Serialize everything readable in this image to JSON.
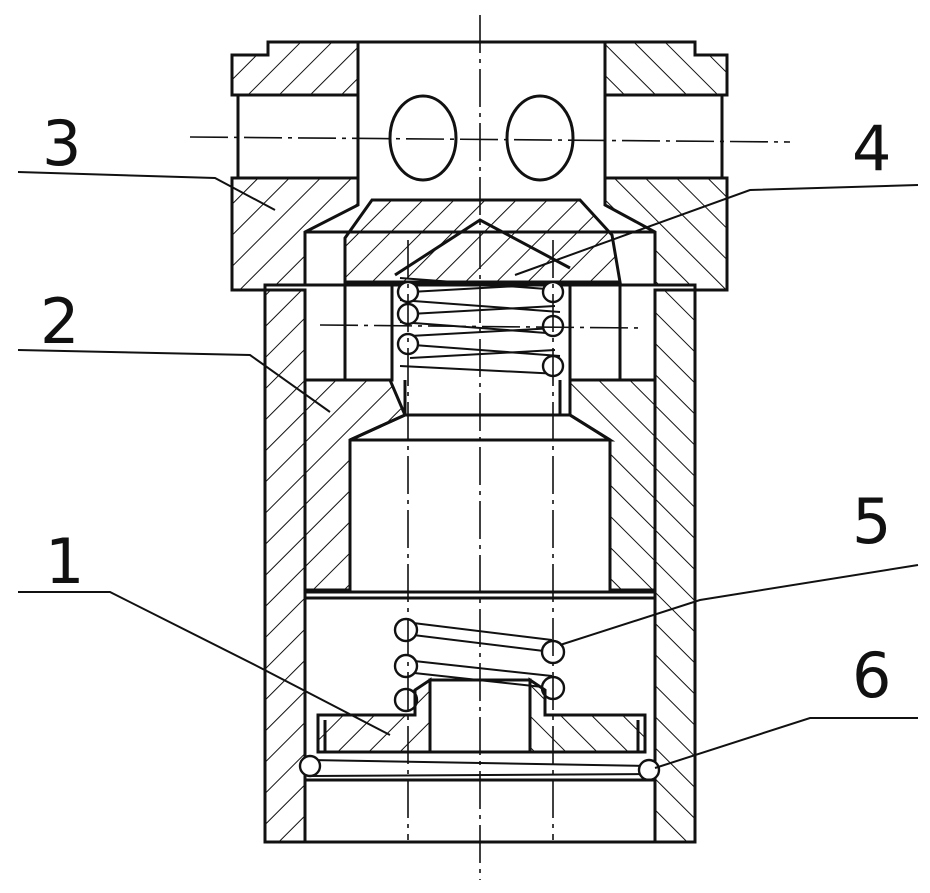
{
  "callouts": [
    {
      "id": "part-1",
      "label": "1"
    },
    {
      "id": "part-2",
      "label": "2"
    },
    {
      "id": "part-3",
      "label": "3"
    },
    {
      "id": "part-4",
      "label": "4"
    },
    {
      "id": "part-5",
      "label": "5"
    },
    {
      "id": "part-6",
      "label": "6"
    }
  ],
  "colors": {
    "ink": "#111111",
    "paper": "#ffffff"
  }
}
